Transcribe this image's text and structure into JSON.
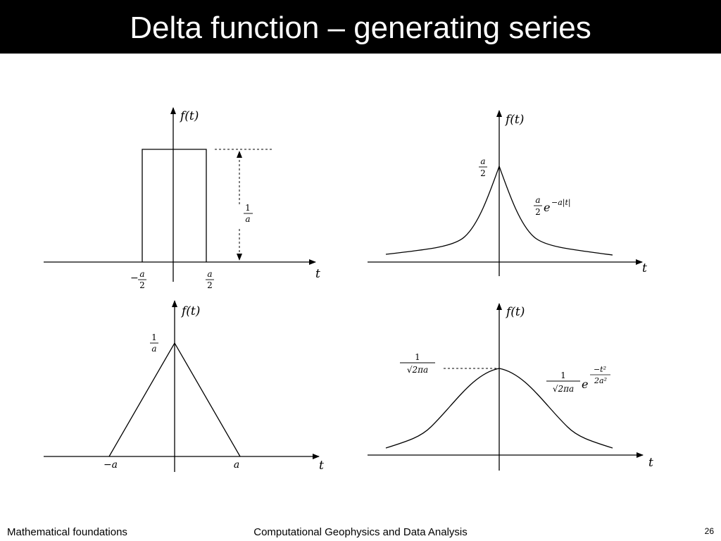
{
  "title": "Delta function – generating series",
  "footer": {
    "left": "Mathematical foundations",
    "center": "Computational Geophysics and Data Analysis",
    "page_number": "26"
  },
  "labels": {
    "f_of_t": "f(t)",
    "t": "t",
    "one": "1",
    "a": "a",
    "two": "2",
    "minus": "−",
    "neg_a": "−a",
    "e": "e",
    "exp_laplace": "−a|t|",
    "sqrt_2pi_a": "√2πa",
    "neg_t2": "−t²",
    "two_a2": "2a²"
  },
  "panels": [
    {
      "name": "box-function",
      "shape": "rectangle"
    },
    {
      "name": "laplace-function",
      "shape": "exponential decay"
    },
    {
      "name": "triangle-function",
      "shape": "triangle"
    },
    {
      "name": "gaussian-function",
      "shape": "gaussian"
    }
  ]
}
